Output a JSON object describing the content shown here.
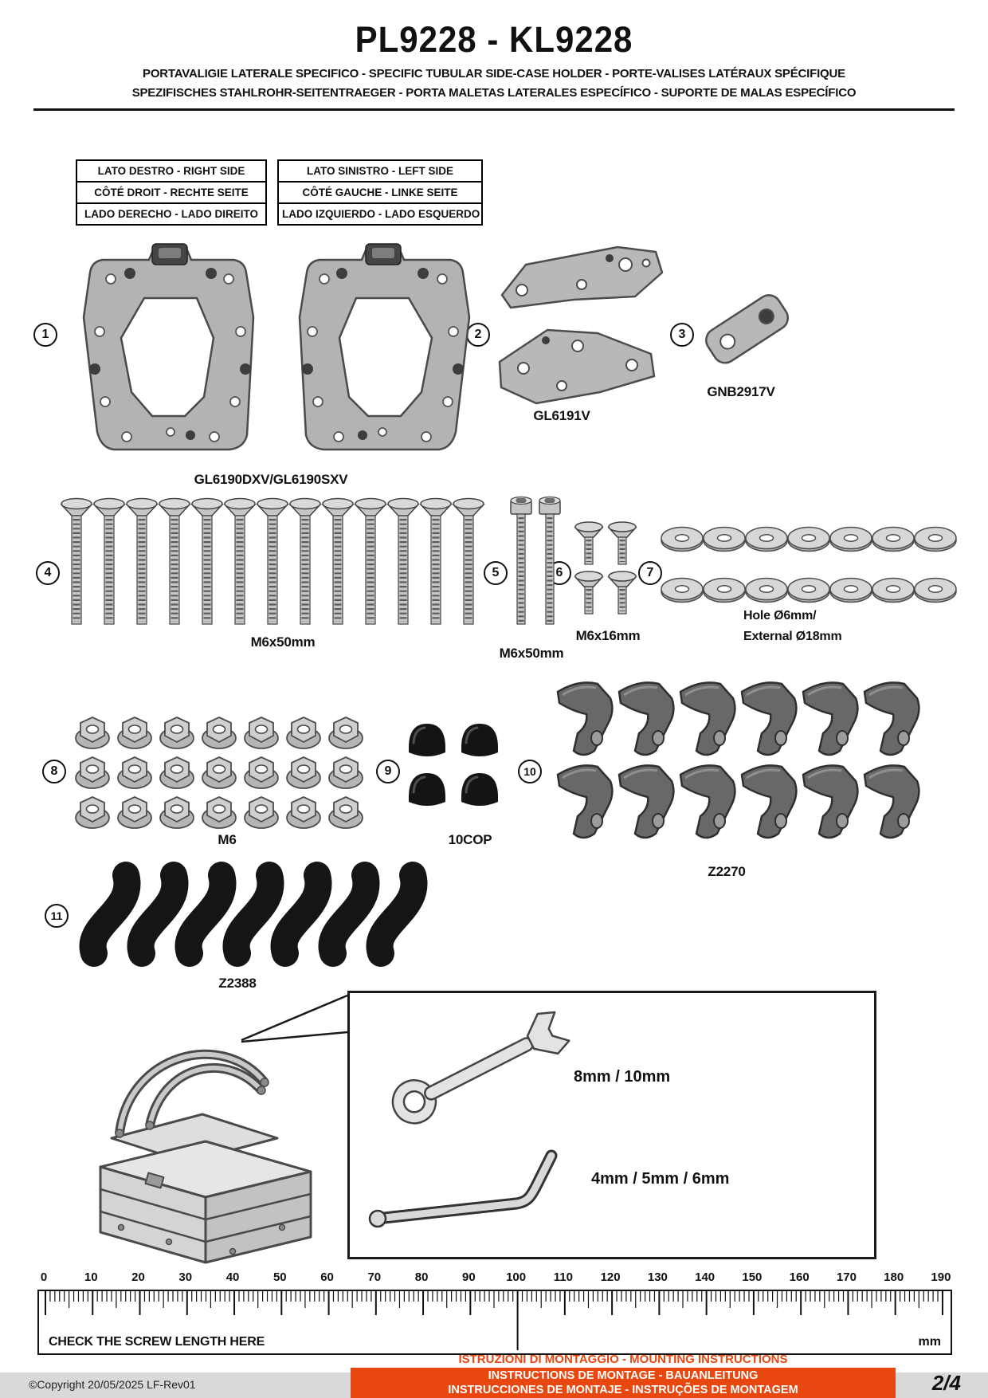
{
  "header": {
    "title": "PL9228 - KL9228",
    "subtitle1": "PORTAVALIGIE LATERALE SPECIFICO  -  SPECIFIC TUBULAR SIDE-CASE HOLDER  - PORTE-VALISES LATÉRAUX SPÉCIFIQUE",
    "subtitle2": "SPEZIFISCHES STAHLROHR-SEITENTRAEGER - PORTA MALETAS LATERALES ESPECÍFICO - SUPORTE DE MALAS ESPECÍFICO"
  },
  "side_labels": {
    "right": [
      "LATO DESTRO - RIGHT SIDE",
      "CÔTÉ DROIT - RECHTE SEITE",
      "LADO DERECHO - LADO DIREITO"
    ],
    "left": [
      "LATO SINISTRO - LEFT SIDE",
      "CÔTÉ GAUCHE - LINKE SEITE",
      "LADO IZQUIERDO - LADO ESQUERDO"
    ]
  },
  "parts": {
    "p1": {
      "num": "1",
      "label": "GL6190DXV/GL6190SXV",
      "count": 2
    },
    "p2": {
      "num": "2",
      "label": "GL6191V",
      "count": 2
    },
    "p3": {
      "num": "3",
      "label": "GNB2917V",
      "count": 1
    },
    "p4": {
      "num": "4",
      "label": "M6x50mm",
      "count": 13
    },
    "p5": {
      "num": "5",
      "label": "M6x50mm",
      "count": 2
    },
    "p6": {
      "num": "6",
      "label": "M6x16mm",
      "count": 4
    },
    "p7": {
      "num": "7",
      "label_hole": "Hole Ø6mm/",
      "label_ext": "External Ø18mm",
      "count": 14
    },
    "p8": {
      "num": "8",
      "label": "M6",
      "count": 21
    },
    "p9": {
      "num": "9",
      "label": "10COP",
      "count": 4
    },
    "p10": {
      "num": "10",
      "label": "Z2270",
      "count": 12
    },
    "p11": {
      "num": "11",
      "label": "Z2388",
      "count": 7
    }
  },
  "tools": {
    "wrench_sizes": "8mm  / 10mm",
    "hex_key_sizes": "4mm / 5mm / 6mm"
  },
  "ruler": {
    "note": "CHECK THE SCREW LENGTH HERE",
    "unit": "mm",
    "max_mm": 190,
    "labels": [
      "0",
      "10",
      "20",
      "30",
      "40",
      "50",
      "60",
      "70",
      "80",
      "90",
      "100",
      "110",
      "120",
      "130",
      "140",
      "150",
      "160",
      "170",
      "180",
      "190"
    ]
  },
  "footer": {
    "copyright": "©Copyright 20/05/2025 LF-Rev01",
    "page": "2/4",
    "instructions": [
      "ISTRUZIONI DI MONTAGGIO  -  MOUNTING INSTRUCTIONS",
      "INSTRUCTIONS DE MONTAGE - BAUANLEITUNG",
      "INSTRUCCIONES DE MONTAJE - INSTRUÇÕES DE MONTAGEM"
    ]
  },
  "colors": {
    "accent": "#e8470f"
  }
}
